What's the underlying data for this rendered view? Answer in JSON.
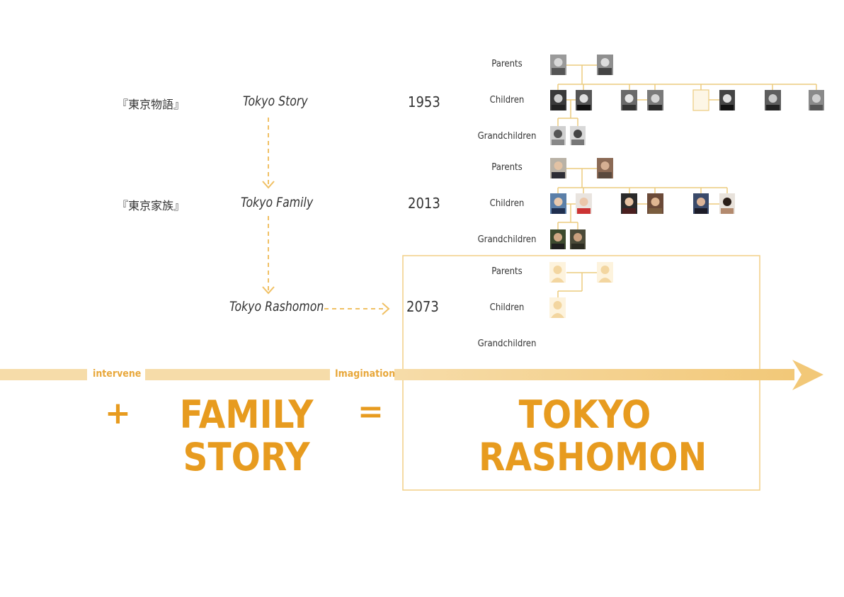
{
  "rows": [
    {
      "jp_title": "『東京物語』",
      "en_title": "Tokyo Story",
      "year": "1953"
    },
    {
      "jp_title": "『東京家族』",
      "en_title": "Tokyo Family",
      "year": "2013"
    },
    {
      "jp_title": "",
      "en_title": "Tokyo Rashomon",
      "year": "2073"
    }
  ],
  "generations": {
    "parents": "Parents",
    "children": "Children",
    "grandchildren": "Grandchildren"
  },
  "timeline": {
    "label_1": "intervene",
    "label_2": "Imagination"
  },
  "equation": {
    "plus": "+",
    "family_line1": "FAMILY",
    "family_line2": "STORY",
    "equals": "=",
    "result_line1": "TOKYO",
    "result_line2": "RASHOMON"
  },
  "colors": {
    "accent": "#e79b1f",
    "accent_light": "#f3cd8a",
    "line": "#eccb7e"
  }
}
